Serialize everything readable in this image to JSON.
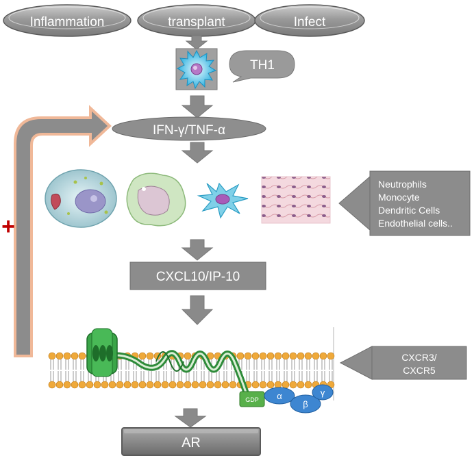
{
  "triggers": [
    "Inflammation",
    "transplant",
    "Infect"
  ],
  "th1_label": "TH1",
  "cytokines_label": "IFN-γ/TNF-α",
  "cell_types": [
    "Neutrophils",
    "Monocyte",
    "Dendritic Cells",
    "Endothelial cells.."
  ],
  "chemokine_label": "CXCL10/IP-10",
  "receptor_lines": [
    "CXCR3/",
    "CXCR5"
  ],
  "gprotein": {
    "gdp": "GDP",
    "alpha": "α",
    "beta": "β",
    "gamma": "γ"
  },
  "feedback_sign": "+",
  "outcome_label": "AR",
  "colors": {
    "arrow_gray": "#8a8a8a",
    "box_gray": "#8c8c8c",
    "feedback_red": "#c00000",
    "receptor_green": "#3aa548",
    "gprotein_blue": "#3d86d1",
    "membrane_orange": "#e8a030"
  }
}
